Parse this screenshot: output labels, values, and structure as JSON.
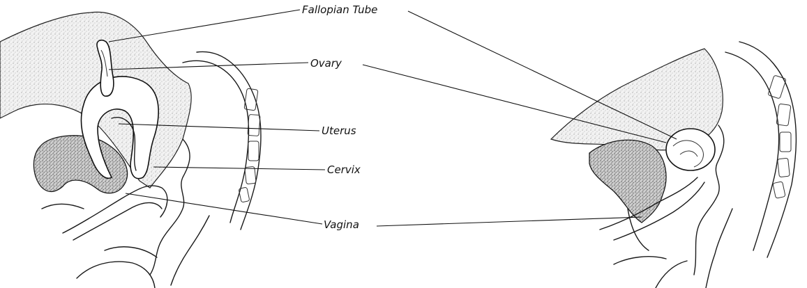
{
  "labels": {
    "fallopian_tube": "Fallopian Tube",
    "ovary": "Ovary",
    "uterus": "Uterus",
    "cervix": "Cervix",
    "vagina": "Vagina"
  }
}
